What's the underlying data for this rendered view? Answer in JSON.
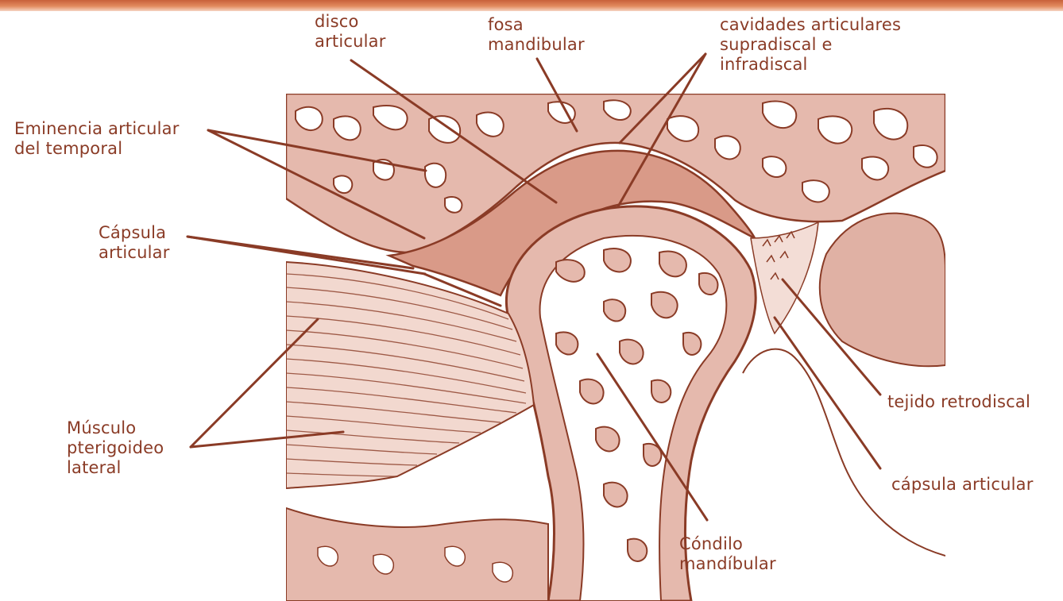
{
  "figure": {
    "colors": {
      "ink": "#8a3b26",
      "bone": "#e5b9ad",
      "marrow": "#ffffff",
      "disc": "#d99a88",
      "header_bar": "#d4704a"
    },
    "labels": {
      "disco_articular": "disco\narticular",
      "fosa_mandibular": "fosa\nmandibular",
      "cavidades": "cavidades articulares\nsupradiscal e\ninfradiscal",
      "eminencia": "Eminencia articular\ndel temporal",
      "capsula_left": "Cápsula\narticular",
      "musculo": "Músculo\npterigoideo\nlateral",
      "tejido": "tejido retrodiscal",
      "capsula_right": "cápsula articular",
      "condilo": "Cóndilo\nmandíbular"
    }
  }
}
